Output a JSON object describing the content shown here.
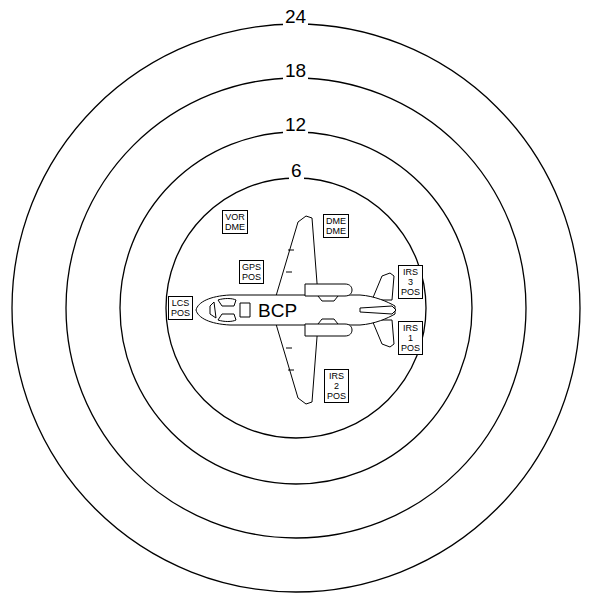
{
  "diagram": {
    "nodes": [
      {
        "text": [
          "VOR DME"
        ]
      },
      {
        "text": [
          "DME DME"
        ]
      },
      {
        "text": [
          "GPS POS"
        ]
      },
      {
        "text": [
          "LCS POS"
        ]
      },
      {
        "text": [
          "IRS 3 POS"
        ]
      },
      {
        "text": [
          "IRS 1 POS"
        ]
      },
      {
        "text": [
          "IRS 2 POS"
        ]
      }
    ],
    "labels": [
      "24",
      "18",
      "12",
      "6",
      "BCP"
    ]
  }
}
